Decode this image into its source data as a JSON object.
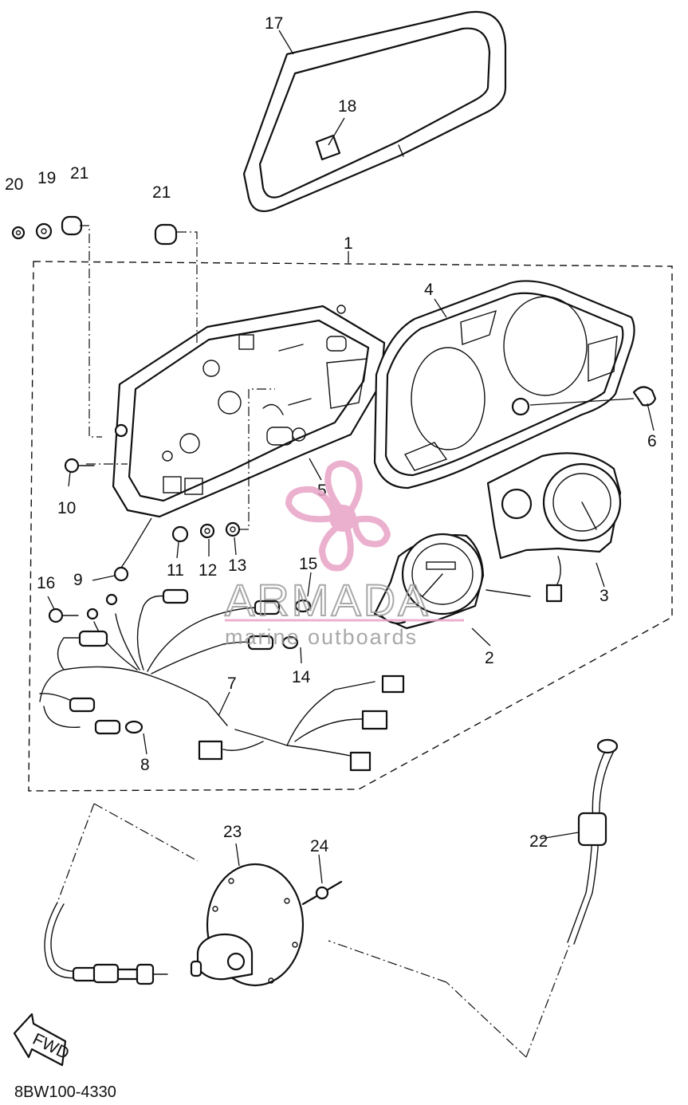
{
  "diagram": {
    "part_code": "8BW100-4330",
    "fwd_label": "FWD",
    "callouts": [
      "1",
      "2",
      "3",
      "4",
      "5",
      "6",
      "7",
      "8",
      "9",
      "10",
      "11",
      "12",
      "13",
      "14",
      "15",
      "16",
      "17",
      "18",
      "19",
      "20",
      "21",
      "21",
      "22",
      "23",
      "24"
    ]
  },
  "watermark": {
    "brand": "ARMADA",
    "tagline": "marine outboards",
    "color": "#e8a3c6"
  }
}
